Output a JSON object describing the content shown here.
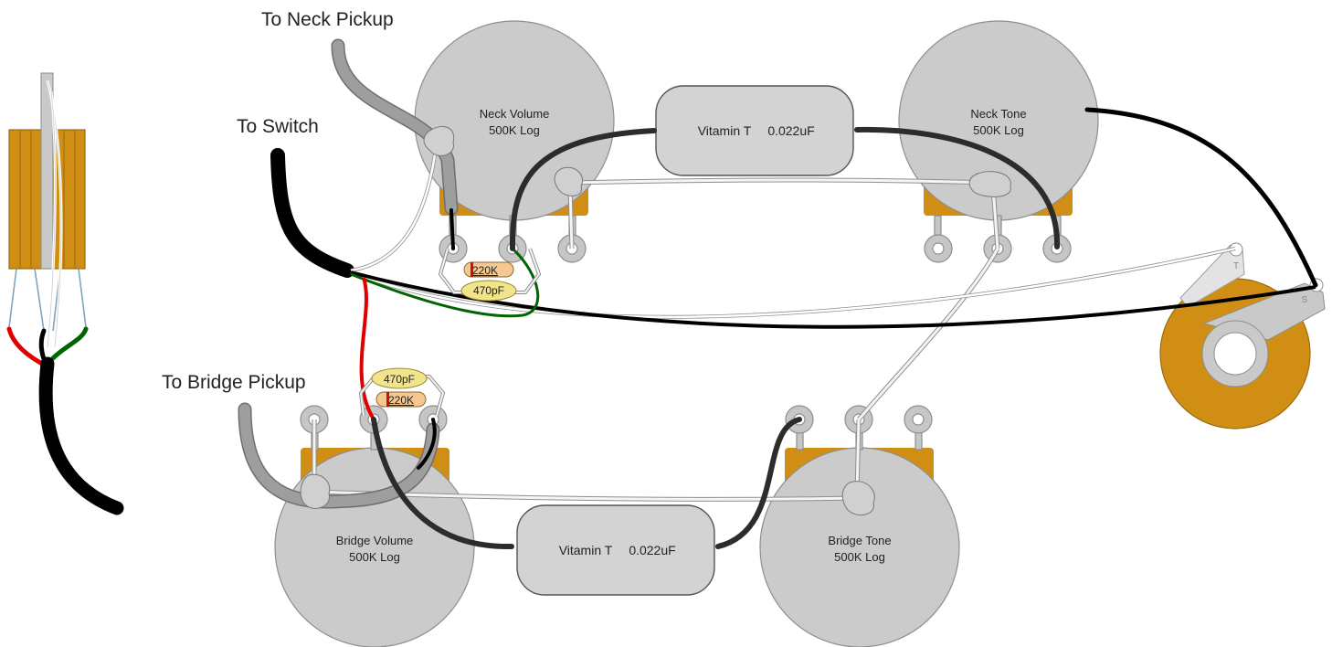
{
  "labels": {
    "neck_pickup": "To Neck Pickup",
    "switch": "To Switch",
    "bridge_pickup": "To Bridge Pickup"
  },
  "pots": {
    "neck_volume": {
      "name": "Neck Volume",
      "value": "500K Log"
    },
    "neck_tone": {
      "name": "Neck Tone",
      "value": "500K Log"
    },
    "bridge_volume": {
      "name": "Bridge Volume",
      "value": "500K Log"
    },
    "bridge_tone": {
      "name": "Bridge Tone",
      "value": "500K Log"
    }
  },
  "caps": {
    "neck": {
      "name": "Vitamin T",
      "value": "0.022uF"
    },
    "bridge": {
      "name": "Vitamin T",
      "value": "0.022uF"
    }
  },
  "treble_bleed": {
    "neck": {
      "resistor": "220K",
      "capacitor": "470pF"
    },
    "bridge": {
      "resistor": "220K",
      "capacitor": "470pF"
    }
  },
  "jack": {
    "tip": "T",
    "sleeve": "S"
  },
  "colors": {
    "pot_body": "#cbcbcb",
    "pot_bracket": "#d08f14",
    "lug": "#c6c6c6",
    "cap_body": "#d3d3d3",
    "wire_black": "#000000",
    "wire_dark": "#2c2c2c",
    "wire_gray": "#8f8f8f",
    "wire_white": "#ffffff",
    "wire_red": "#e00000",
    "wire_green": "#006400",
    "solder": "#b9b9b9",
    "resistor": "#f4c890",
    "ceramic_cap": "#f1e48a",
    "jack_body": "#d08f14"
  }
}
